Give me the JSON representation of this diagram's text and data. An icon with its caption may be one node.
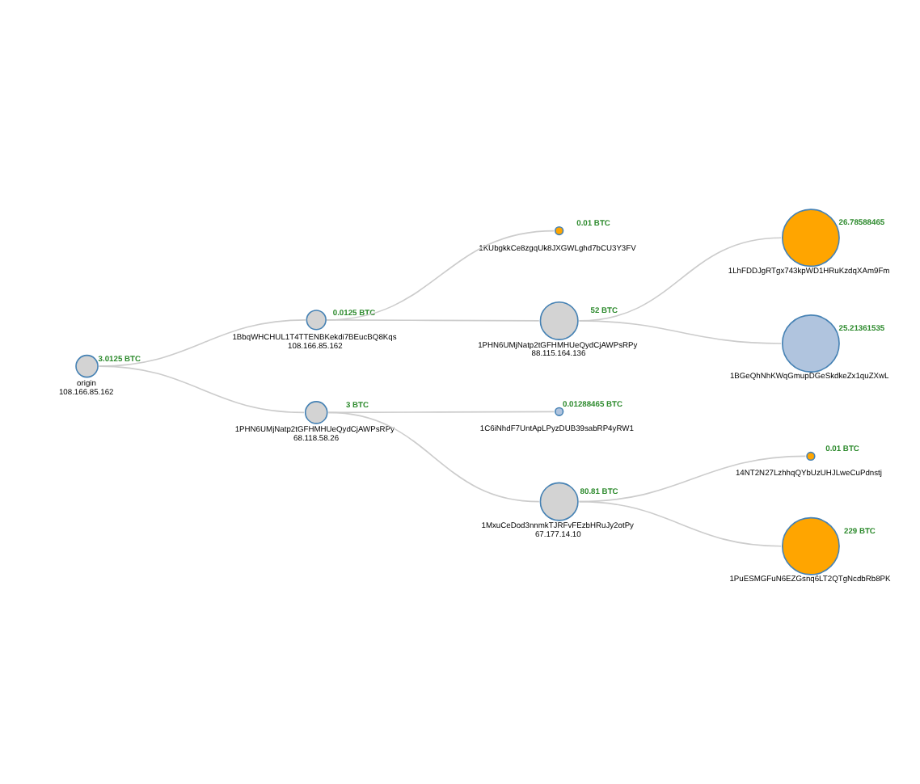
{
  "diagram": {
    "nodes": [
      {
        "text": [
          "origin",
          "108.166.85.162"
        ],
        "beside": [
          "3.0125 BTC"
        ]
      },
      {
        "text": [
          "1BbqWHCHUL1T4TTENBKekdi7BEucBQ8Kqs",
          "108.166.85.162"
        ],
        "beside": [
          "0.0125 BTC"
        ]
      },
      {
        "text": [
          "1KUbgkkCe8zgqUk8JXGWLghd7bCU3Y3FV"
        ],
        "beside": [
          "0.01 BTC"
        ]
      },
      {
        "text": [
          "1PHN6UMjNatp2tGFHMHUeQydCjAWPsRPy",
          "88.115.164.136"
        ],
        "beside": [
          "52 BTC"
        ]
      },
      {
        "text": [
          "1LhFDDJgRTgx743kpWD1HRuKzdqXAm9Fm"
        ],
        "beside": [
          "26.78588465"
        ]
      },
      {
        "text": [
          "1BGeQhNhKWqGmupDGeSkdkeZx1quZXwL"
        ],
        "beside": [
          "25.21361535"
        ]
      },
      {
        "text": [
          "1PHN6UMjNatp2tGFHMHUeQydCjAWPsRPy",
          "68.118.58.26"
        ],
        "beside": [
          "3 BTC"
        ]
      },
      {
        "text": [
          "1C6iNhdF7UntApLPyzDUB39sabRP4yRW1"
        ],
        "beside": [
          "0.01288465 BTC"
        ]
      },
      {
        "text": [
          "1MxuCeDod3nnmkTJRFvFEzbHRuJy2otPy",
          "67.177.14.10"
        ],
        "beside": [
          "80.81 BTC"
        ]
      },
      {
        "text": [
          "14NT2N27LzhhqQYbUzUHJLweCuPdnstj"
        ],
        "beside": [
          "0.01 BTC"
        ]
      },
      {
        "text": [
          "1PuESMGFuN6EZGsnq6LT2QTgNcdbRb8PK"
        ],
        "beside": [
          "229 BTC"
        ]
      }
    ],
    "edges": [
      {
        "from": 0,
        "to": 1,
        "arrow": "none"
      },
      {
        "from": 1,
        "to": 2,
        "arrow": "none"
      },
      {
        "from": 1,
        "to": 3,
        "arrow": "none"
      },
      {
        "from": 3,
        "to": 4,
        "arrow": "none"
      },
      {
        "from": 3,
        "to": 5,
        "arrow": "none"
      },
      {
        "from": 0,
        "to": 6,
        "arrow": "none"
      },
      {
        "from": 6,
        "to": 7,
        "arrow": "none"
      },
      {
        "from": 6,
        "to": 8,
        "arrow": "none"
      },
      {
        "from": 8,
        "to": 9,
        "arrow": "none"
      },
      {
        "from": 8,
        "to": 10,
        "arrow": "none"
      }
    ]
  }
}
